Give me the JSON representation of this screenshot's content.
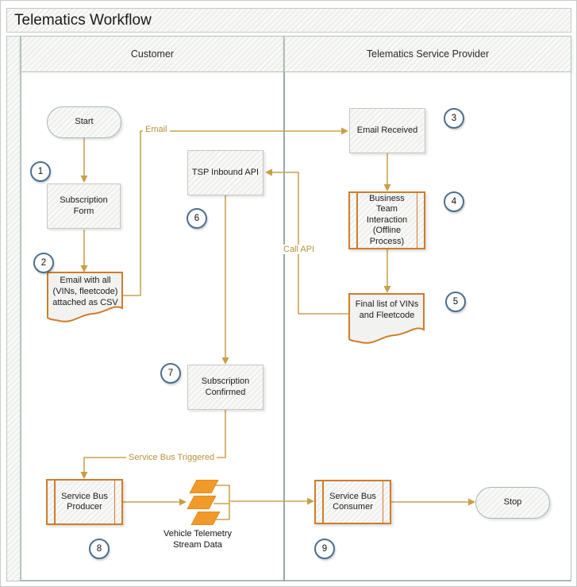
{
  "title": "Telematics Workflow",
  "lanes": [
    {
      "label": "Customer"
    },
    {
      "label": "Telematics Service Provider"
    }
  ],
  "nodes": {
    "start": {
      "label": "Start"
    },
    "subscription_form": {
      "label": "Subscription Form",
      "badge": "1"
    },
    "email_csv": {
      "label": "Email with all (VINs, fleetcode) attached as CSV",
      "badge": "2"
    },
    "email_received": {
      "label": "Email Received",
      "badge": "3"
    },
    "business_team": {
      "label": "Business Team Interaction (Offline Process)",
      "badge": "4"
    },
    "final_list": {
      "label": "Final list of VINs and Fleetcode",
      "badge": "5"
    },
    "tsp_inbound_api": {
      "label": "TSP Inbound API",
      "badge": "6"
    },
    "subscription_confirmed": {
      "label": "Subscription Confirmed",
      "badge": "7"
    },
    "service_bus_producer": {
      "label": "Service Bus Producer",
      "badge": "8"
    },
    "vehicle_telemetry": {
      "label": "Vehicle Telemetry Stream Data"
    },
    "service_bus_consumer": {
      "label": "Service Bus Consumer",
      "badge": "9"
    },
    "stop": {
      "label": "Stop"
    }
  },
  "connector_labels": {
    "email": "Email",
    "call_api": "Call API",
    "service_bus_triggered": "Service Bus Triggered"
  },
  "colors": {
    "accent_orange": "#ce7d2b",
    "parallelogram_orange": "#f29a29",
    "connector_gold": "#c9a452",
    "badge_blue": "#4c6f8f",
    "lane_border": "#94aaa2"
  }
}
